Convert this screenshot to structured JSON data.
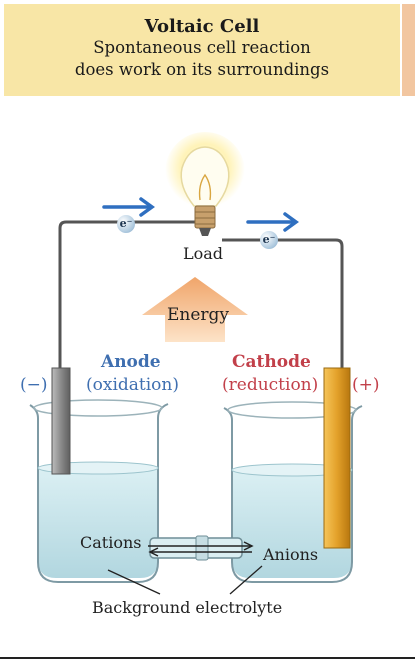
{
  "header": {
    "title": "Voltaic Cell",
    "subtitle_line1": "Spontaneous cell reaction",
    "subtitle_line2": "does work on its surroundings"
  },
  "circuit": {
    "load_label": "Load",
    "energy_label": "Energy",
    "electron_label": "e⁻"
  },
  "anode": {
    "title": "Anode",
    "subtitle": "(oxidation)",
    "sign": "(−)",
    "color": "#3f6fb0"
  },
  "cathode": {
    "title": "Cathode",
    "subtitle": "(reduction)",
    "sign": "(+)",
    "color": "#c2404a"
  },
  "bridge": {
    "cations_label": "Cations",
    "anions_label": "Anions",
    "electrolyte_label": "Background electrolyte"
  },
  "colors": {
    "header_bg": "#f8e6a6",
    "arrow_blue": "#2f6fc0",
    "energy_orange": "#f3b07a",
    "cathode_electrode": "#e3a12a",
    "anode_electrode": "#8c8c8c",
    "solution": "#c7e3ea"
  }
}
